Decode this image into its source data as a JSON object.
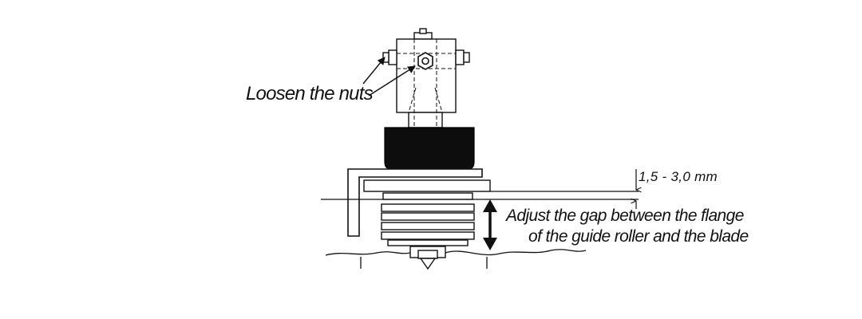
{
  "labels": {
    "loosen_nuts": "Loosen the nuts",
    "gap_spec": "1,5 - 3,0 mm",
    "adjust_line1": "Adjust the gap between the flange",
    "adjust_line2": "of the guide roller and the blade"
  },
  "colors": {
    "ink": "#111111",
    "paper": "#ffffff"
  }
}
